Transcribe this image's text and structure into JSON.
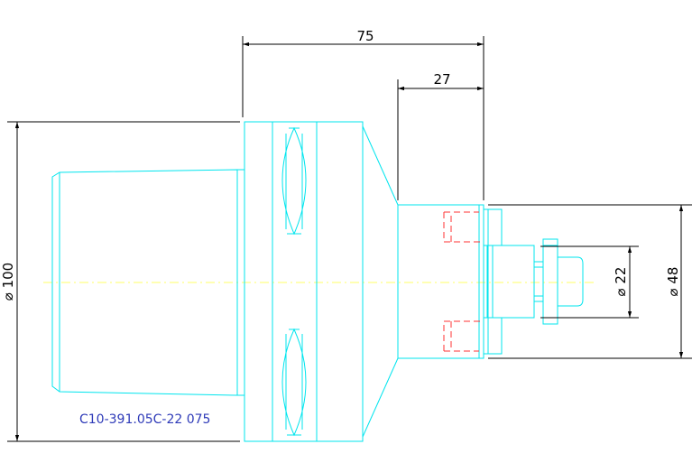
{
  "colors": {
    "background": "#ffffff",
    "outline": "#00e5ee",
    "dimension": "#000000",
    "centerline": "#ffff66",
    "hidden": "#ff3333",
    "part_number": "#2e3ab8"
  },
  "dimensions": {
    "overall_length": "75",
    "front_length": "27",
    "body_diameter": "⌀ 100",
    "bore_diameter": "⌀ 22",
    "front_diameter": "⌀ 48"
  },
  "part_number": "C10-391.05C-22 075"
}
